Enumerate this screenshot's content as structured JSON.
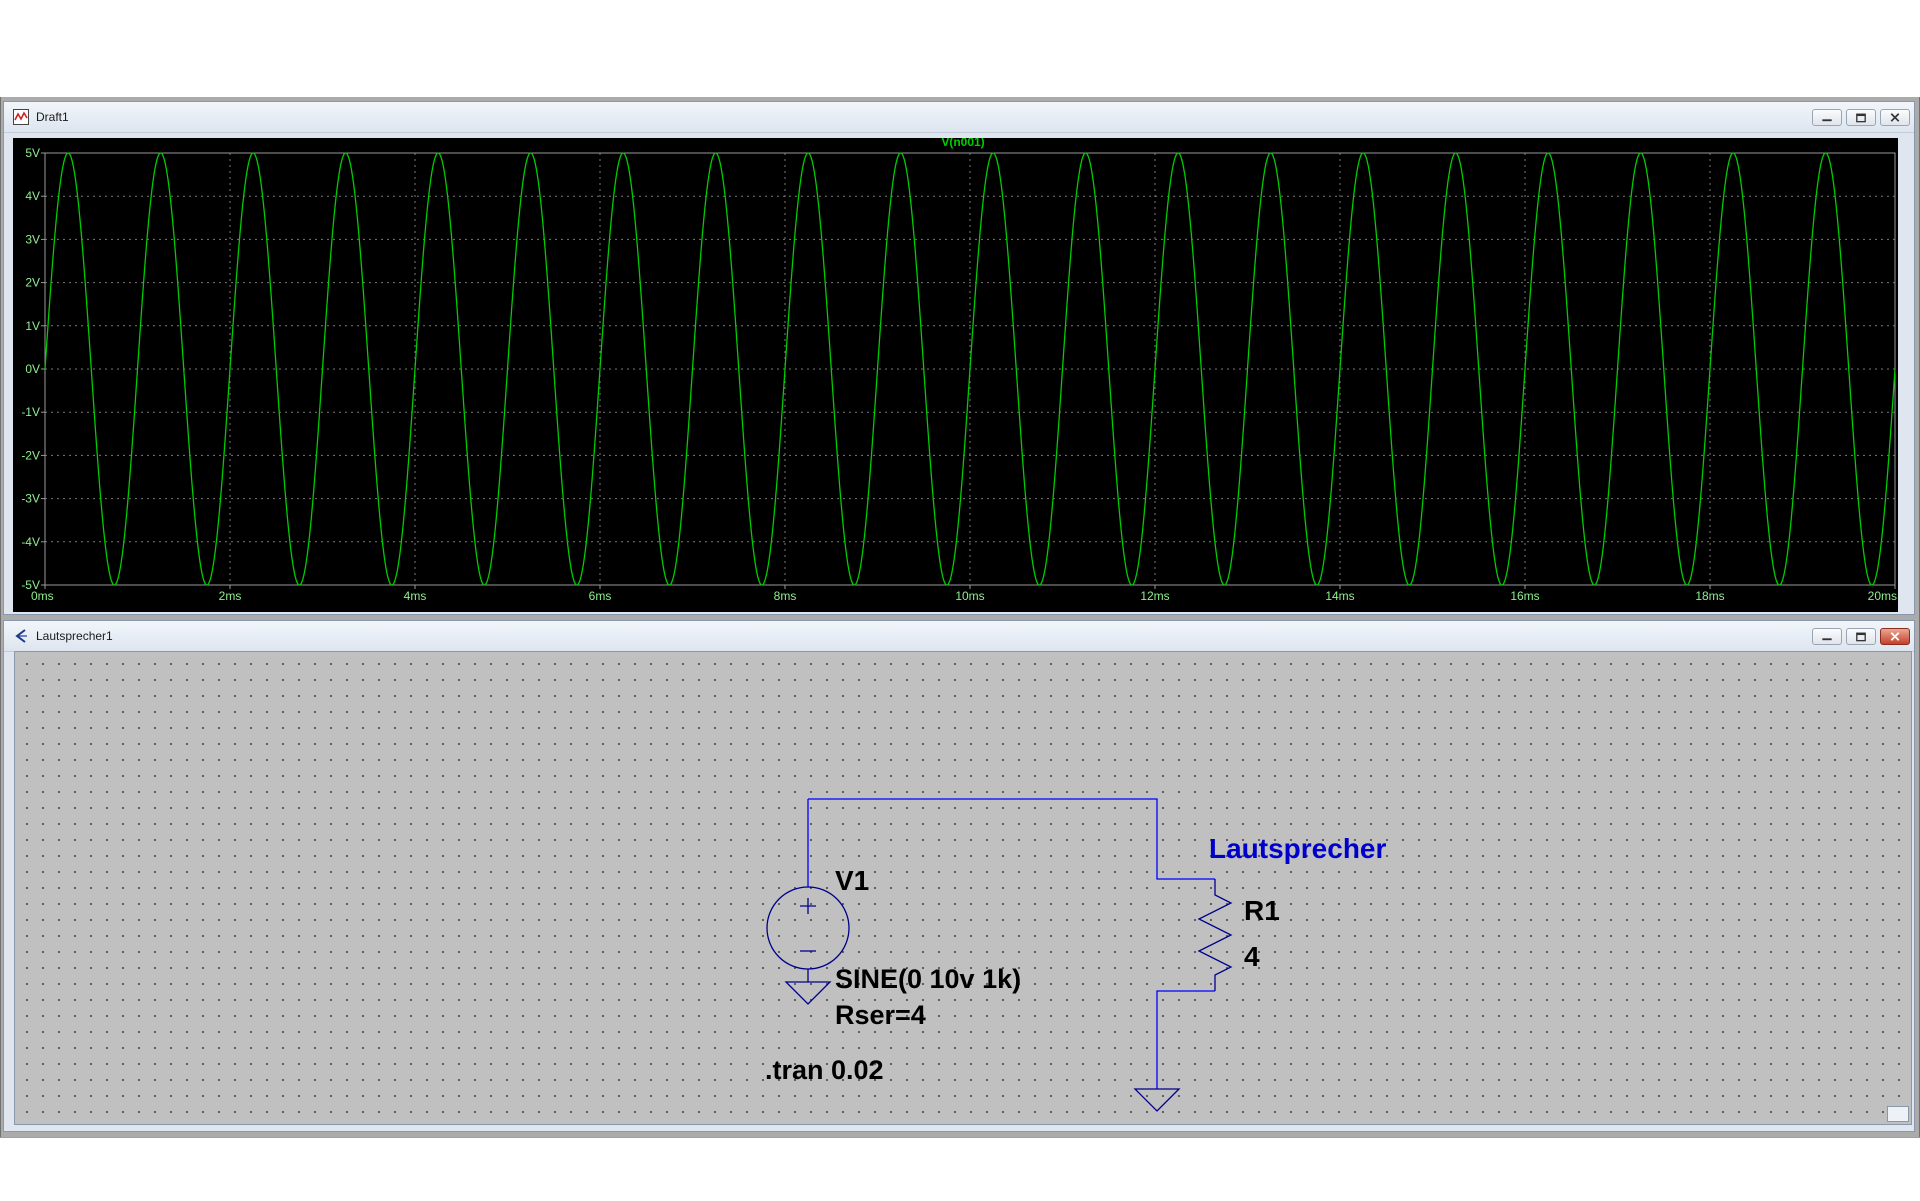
{
  "waveform_window": {
    "title": "Draft1",
    "trace_label": "V(n001)",
    "colors": {
      "trace": "#00cc00",
      "background": "#000000",
      "grid": "#7a7a7a",
      "tick_text": "#8ef08e"
    },
    "y_ticks": [
      "5V",
      "4V",
      "3V",
      "2V",
      "1V",
      "0V",
      "-1V",
      "-2V",
      "-3V",
      "-4V",
      "-5V"
    ],
    "x_ticks": [
      "0ms",
      "2ms",
      "4ms",
      "6ms",
      "8ms",
      "10ms",
      "12ms",
      "14ms",
      "16ms",
      "18ms",
      "20ms"
    ],
    "icons": {
      "window": "waveform-icon",
      "minimize": "minimize-icon",
      "restore": "restore-icon",
      "close": "close-icon"
    }
  },
  "chart_data": {
    "type": "line",
    "series": [
      {
        "name": "V(n001)",
        "function": "sine",
        "offset_v": 0,
        "amplitude_v": 5,
        "frequency_hz": 1000
      }
    ],
    "x_range_ms": [
      0,
      20
    ],
    "ylim": [
      -5,
      5
    ],
    "grid": true
  },
  "schematic_window": {
    "title": "Lautsprecher1",
    "colors": {
      "wire": "#0000ff",
      "component": "#00008b",
      "net_label": "#0000cc",
      "text": "#000000",
      "background": "#c0c0c0"
    },
    "components": {
      "source": {
        "name": "V1",
        "value": "SINE(0 10v 1k)",
        "param": "Rser=4"
      },
      "resistor": {
        "name": "R1",
        "value": "4"
      }
    },
    "net_label": "Lautsprecher",
    "directive": ".tran 0.02",
    "icons": {
      "window": "schematic-icon",
      "minimize": "minimize-icon",
      "restore": "restore-icon",
      "close": "close-icon"
    }
  }
}
